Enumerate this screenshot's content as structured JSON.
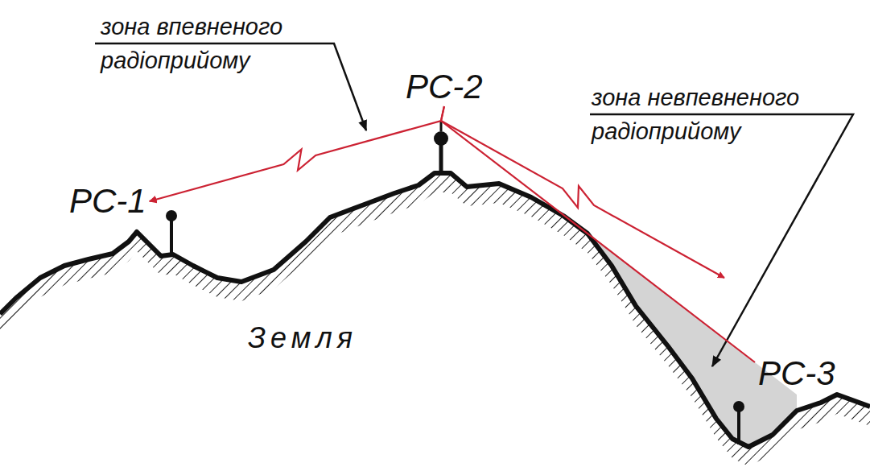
{
  "diagram": {
    "nodes": [
      {
        "text": [
          "РС-1"
        ]
      },
      {
        "text": [
          "РС-2"
        ]
      },
      {
        "text": [
          "РС-3"
        ]
      }
    ],
    "edges": [
      {
        "from": 1,
        "to": 0,
        "arrow": "to"
      },
      {
        "from": 1,
        "to": 2,
        "arrow": "none"
      }
    ],
    "labels": [
      "зона впевненого радіоприйому",
      "зона невпевненого радіоприйому",
      "Земля"
    ]
  }
}
